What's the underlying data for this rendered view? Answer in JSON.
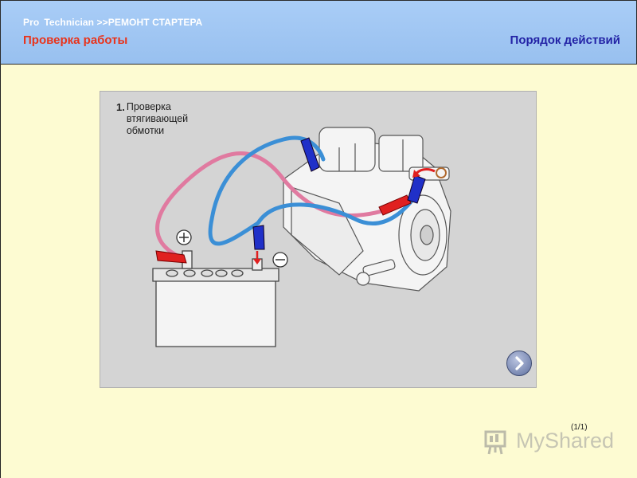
{
  "header": {
    "breadcrumb_pro": "Pro",
    "breadcrumb_path": "Technician >>РЕМОНТ СТАРТЕРА",
    "section_title": "Проверка работы",
    "procedure_link": "Порядок действий"
  },
  "figure": {
    "step_number": "1.",
    "step_text": "Проверка\nвтягивающей\nобмотки",
    "positive_symbol": "+",
    "negative_symbol": "−"
  },
  "navigation": {
    "next_icon": "chevron-right-icon"
  },
  "page_counter": "(1/1)",
  "watermark_text": "MyShared",
  "colors": {
    "header_bg": "#a9cdf7",
    "page_bg": "#fdfbd2",
    "section_title": "#e8341c",
    "procedure_link": "#2323a6",
    "panel_bg": "#d4d4d4",
    "pink_cable": "#e07aa0",
    "blue_cable": "#3b8fd6",
    "red_clip": "#e02020",
    "blue_clip": "#2030c8"
  }
}
